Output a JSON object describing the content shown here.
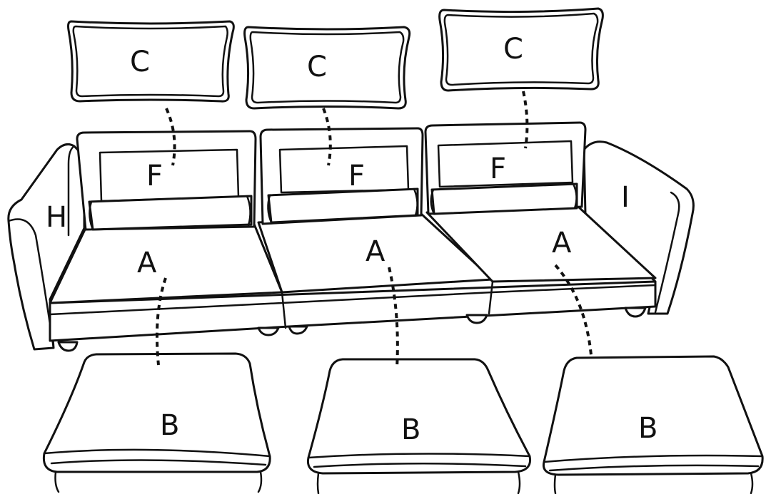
{
  "labels": {
    "backrest_cushion": "C",
    "back_frame": "F",
    "seat": "A",
    "seat_cushion": "B",
    "left_arm": "H",
    "right_arm": "I"
  }
}
